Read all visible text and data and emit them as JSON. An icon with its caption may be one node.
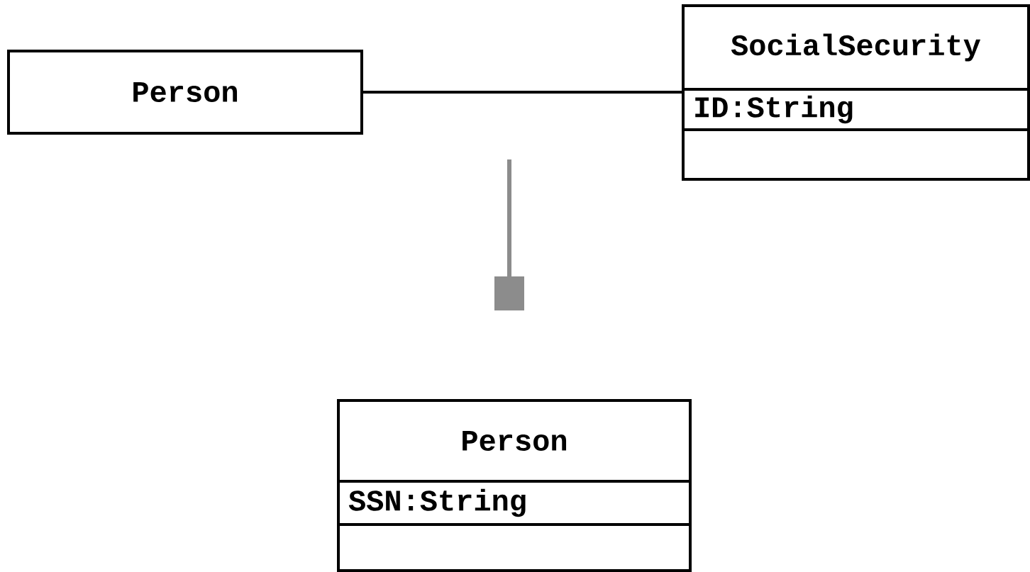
{
  "diagram": {
    "nodes": [
      {
        "text": [
          "Person"
        ]
      },
      {
        "text": [
          "SocialSecurity",
          "ID:String"
        ]
      },
      {
        "text": [
          "Person",
          "SSN:String"
        ]
      }
    ],
    "edges": [
      {
        "from": 0,
        "to": 1,
        "arrow": "none"
      }
    ]
  }
}
